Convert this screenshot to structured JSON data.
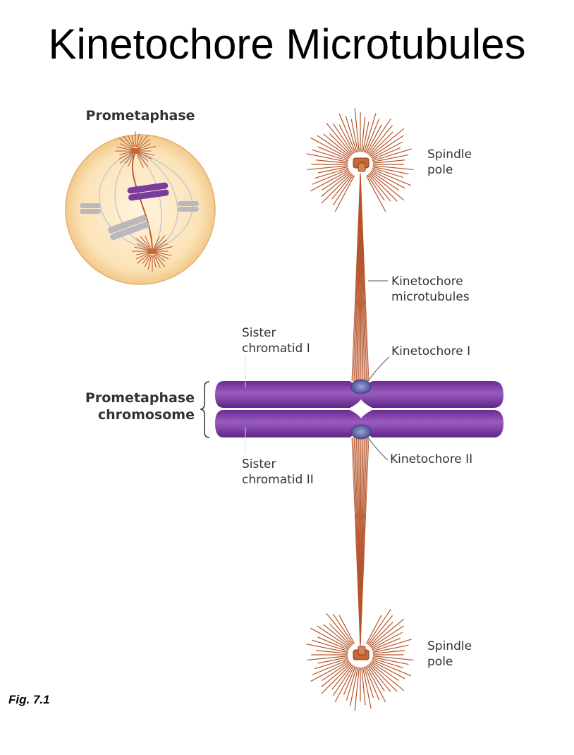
{
  "title": "Kinetochore Microtubules",
  "figure_caption": "Fig. 7.1",
  "inset": {
    "label": "Prometaphase"
  },
  "labels": {
    "spindle_pole_top": [
      "Spindle",
      "pole"
    ],
    "kinetochore_microtubules": [
      "Kinetochore",
      "microtubules"
    ],
    "sister_chromatid_1": [
      "Sister",
      "chromatid I"
    ],
    "kinetochore_1": "Kinetochore I",
    "prometaphase_chromosome": [
      "Prometaphase",
      "chromosome"
    ],
    "sister_chromatid_2": [
      "Sister",
      "chromatid II"
    ],
    "kinetochore_2": "Kinetochore II",
    "spindle_pole_bottom": [
      "Spindle",
      "pole"
    ]
  },
  "colors": {
    "microtubule": "#b5542a",
    "chromosome": "#7a3aa0",
    "cell": "#fbe3b8",
    "centrosome": "#c8673a",
    "kinetochore": "#6b6fae"
  }
}
